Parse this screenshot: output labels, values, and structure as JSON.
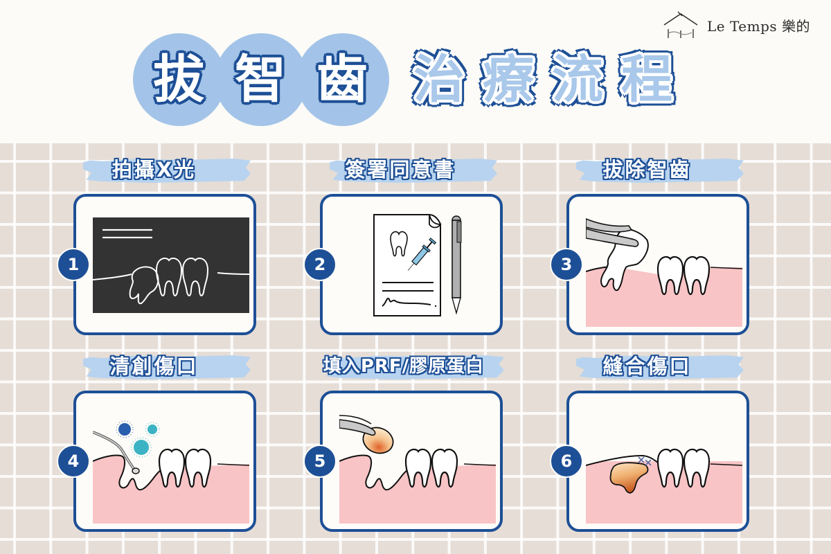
{
  "brand": {
    "name": "Le Temps 樂的",
    "icon": "house-logo-icon"
  },
  "title": {
    "highlight_chars": [
      "拔",
      "智",
      "齒"
    ],
    "rest_chars": [
      "治",
      "療",
      "流",
      "程"
    ],
    "full_text": "拔智齒治療流程"
  },
  "colors": {
    "navy": "#1d4f96",
    "light_blue": "#a3c4e8",
    "brush_blue": "#b7d3ef",
    "gum_pink": "#f9c4c6",
    "xray_dark": "#333333",
    "grid_bg": "#e5ddd6",
    "card_bg": "#fdfcf8"
  },
  "steps": [
    {
      "number": "1",
      "label": "拍攝X光",
      "illustration": "xray-teeth"
    },
    {
      "number": "2",
      "label": "簽署同意書",
      "illustration": "consent-form-with-pen"
    },
    {
      "number": "3",
      "label": "拔除智齒",
      "illustration": "forceps-extracting-tooth"
    },
    {
      "number": "4",
      "label": "清創傷口",
      "illustration": "probe-cleaning-bacteria"
    },
    {
      "number": "5",
      "label": "填入PRF/膠原蛋白",
      "illustration": "tweezers-placing-prf"
    },
    {
      "number": "6",
      "label": "縫合傷口",
      "illustration": "sutured-socket"
    }
  ]
}
